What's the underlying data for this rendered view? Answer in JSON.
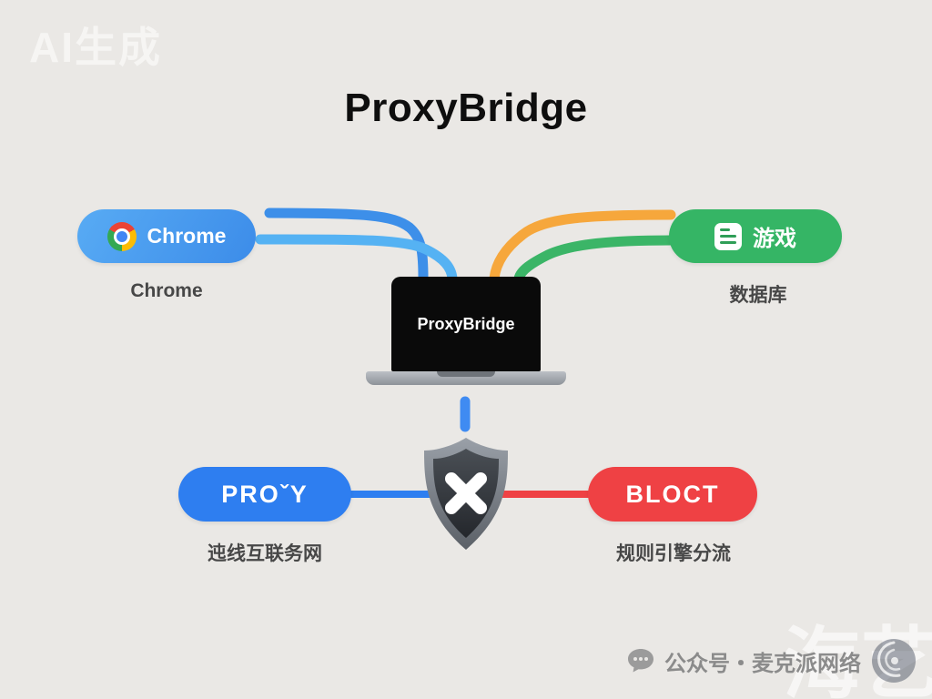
{
  "title": "ProxyBridge",
  "watermarks": {
    "top_left": "AI生成",
    "bottom_right": "海艺"
  },
  "laptop": {
    "screen_label": "ProxyBridge"
  },
  "nodes": {
    "chrome": {
      "label": "Chrome",
      "caption": "Chrome",
      "color": "#469bef",
      "icon": "chrome-logo"
    },
    "game": {
      "label": "游戏",
      "caption": "数据库",
      "color": "#35b565",
      "icon": "document-icon"
    },
    "proxy": {
      "label": "PROˇY",
      "caption": "迍线互联务网",
      "color": "#2e7ef0"
    },
    "bloct": {
      "label": "BLOCT",
      "caption": "规则引擎分流",
      "color": "#ef4144"
    }
  },
  "connectors": {
    "left_line_1_color": "#3d8fe9",
    "left_line_2_color": "#55b2f3",
    "right_line_1_color": "#f6a73c",
    "right_line_2_color": "#3bb567",
    "laptop_shield_color": "#3f8bf2",
    "proxy_link_color": "#2e7ef0",
    "bloct_link_color": "#ef4144"
  },
  "shield": {
    "icon": "shield-x-icon"
  },
  "footer": {
    "text": "公众号・麦克派网络"
  }
}
